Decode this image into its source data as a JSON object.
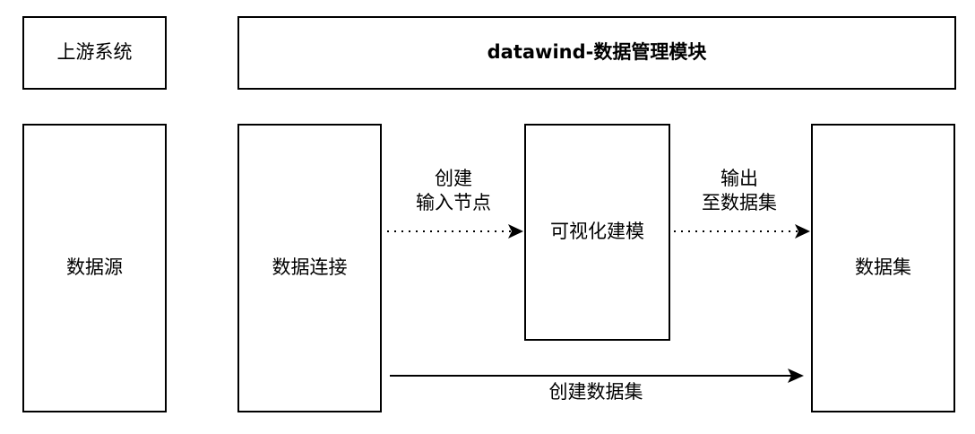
{
  "upstream_header": "上游系统",
  "module_header": "datawind-数据管理模块",
  "nodes": {
    "data_source": "数据源",
    "data_connection": "数据连接",
    "visual_modeling": "可视化建模",
    "dataset": "数据集"
  },
  "edges": {
    "create_input_node": [
      "创建",
      "输入节点"
    ],
    "output_to_dataset": [
      "输出",
      "至数据集"
    ],
    "create_dataset": "创建数据集"
  }
}
